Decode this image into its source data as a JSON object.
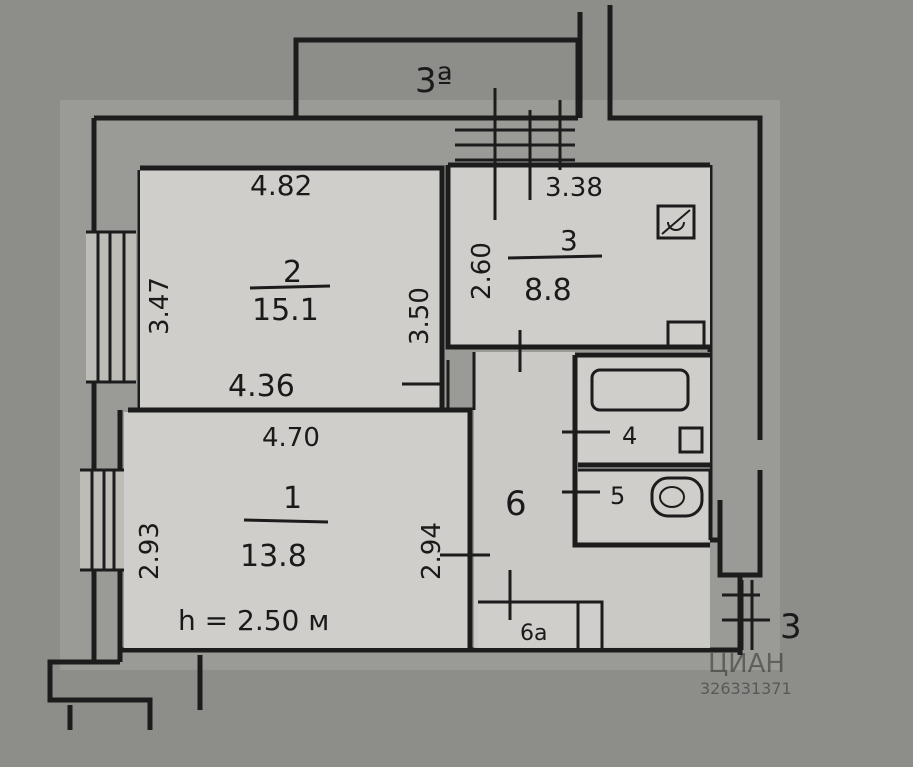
{
  "balcony": {
    "label": "3ª"
  },
  "rooms": [
    {
      "id": "1",
      "label": "1",
      "area": "13.8",
      "width_top": "4.70",
      "height_left": "2.93",
      "height_right": "2.94"
    },
    {
      "id": "2",
      "label": "2",
      "area": "15.1",
      "width_top": "4.82",
      "width_bottom": "4.36",
      "height_left": "3.47",
      "height_right": "3.50"
    },
    {
      "id": "3",
      "label": "3",
      "area": "8.8",
      "width_top": "3.38",
      "height_left": "2.60"
    },
    {
      "id": "4",
      "label": "4"
    },
    {
      "id": "5",
      "label": "5"
    },
    {
      "id": "6",
      "label": "6"
    },
    {
      "id": "6a",
      "label": "6a"
    }
  ],
  "ceiling_height": "h = 2.50 м",
  "entrance_label": "3",
  "watermark": {
    "brand": "ЦИАН",
    "id": "326331371"
  },
  "colors": {
    "paper": "#8a8a87",
    "ink": "#1c1c1c"
  }
}
